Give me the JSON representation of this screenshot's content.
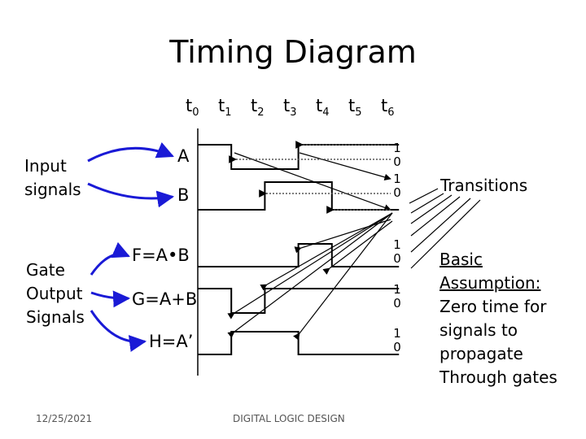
{
  "title": "Timing Diagram",
  "time_labels": [
    {
      "base": "t",
      "sub": "0"
    },
    {
      "base": "t",
      "sub": "1"
    },
    {
      "base": "t",
      "sub": "2"
    },
    {
      "base": "t",
      "sub": "3"
    },
    {
      "base": "t",
      "sub": "4"
    },
    {
      "base": "t",
      "sub": "5"
    },
    {
      "base": "t",
      "sub": "6"
    }
  ],
  "group_labels": {
    "input": [
      "Input",
      "signals"
    ],
    "gate": [
      "Gate",
      "Output",
      "Signals"
    ]
  },
  "signals": [
    {
      "name": "A",
      "levels": [
        1,
        0,
        0,
        1,
        1,
        1
      ],
      "level_labels": [
        "1",
        "0"
      ]
    },
    {
      "name": "B",
      "levels": [
        0,
        0,
        1,
        1,
        0,
        0
      ],
      "level_labels": [
        "1",
        "0"
      ]
    },
    {
      "name": "F=A•B",
      "levels": [
        0,
        0,
        0,
        1,
        0,
        0
      ],
      "level_labels": [
        "1",
        "0"
      ]
    },
    {
      "name": "G=A+B",
      "levels": [
        1,
        0,
        1,
        1,
        1,
        1
      ],
      "level_labels": [
        "1",
        "0"
      ]
    },
    {
      "name": "H=A’",
      "levels": [
        0,
        1,
        1,
        0,
        0,
        0
      ],
      "level_labels": [
        "1",
        "0"
      ]
    }
  ],
  "transitions_label": "Transitions",
  "assumption_lines": [
    "Basic",
    "Assumption:",
    "Zero time for",
    "signals to",
    "propagate",
    "Through gates"
  ],
  "footer": {
    "date": "12/25/2021",
    "course": "DIGITAL LOGIC DESIGN"
  },
  "colors": {
    "arrow": "#1a1ad6",
    "line": "#000000",
    "dotted": "#555555"
  }
}
